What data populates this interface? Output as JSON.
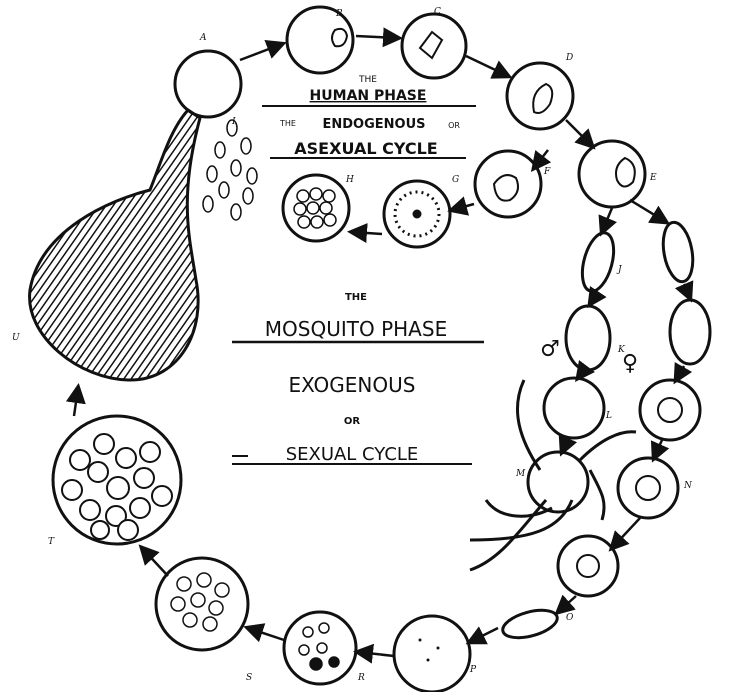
{
  "human_phase": {
    "label_the": "THE",
    "title": "HUMAN PHASE",
    "subtitle_prefix": "THE",
    "subtitle_main": "ENDOGENOUS",
    "subtitle_or": "OR",
    "cycle": "ASEXUAL CYCLE"
  },
  "mosquito_phase": {
    "label_the": "THE",
    "title": "MOSQUITO PHASE",
    "line1": "EXOGENOUS",
    "line2": "OR",
    "line3": "SEXUAL CYCLE"
  },
  "symbols": {
    "male": "♂",
    "female": "♀"
  },
  "stage_labels": {
    "A": "A",
    "B": "B",
    "C": "C",
    "D": "D",
    "E": "E",
    "F": "F",
    "G": "G",
    "H": "H",
    "I": "I",
    "J": "J",
    "K": "K",
    "L": "L",
    "M": "M",
    "N": "N",
    "O": "O",
    "P": "P",
    "R": "R",
    "S": "S",
    "T": "T",
    "U": "U"
  }
}
